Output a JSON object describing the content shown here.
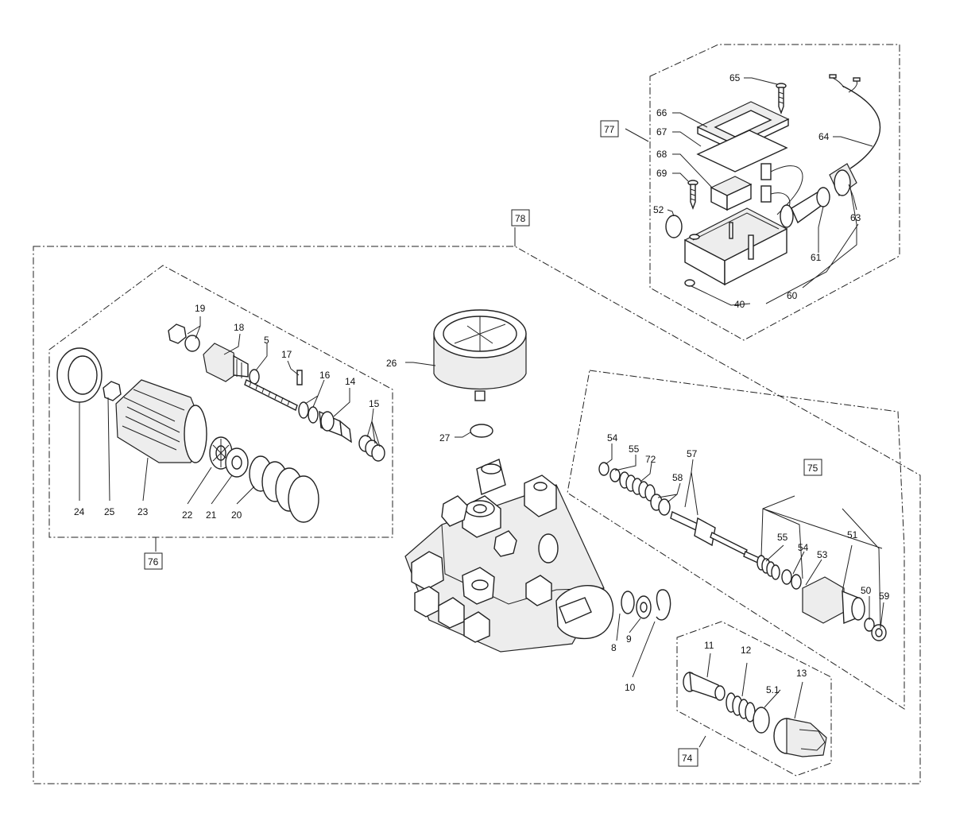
{
  "labels": {
    "l65": "65",
    "l66": "66",
    "l67": "67",
    "l68": "68",
    "l69": "69",
    "l52": "52",
    "l64": "64",
    "l63": "63",
    "l61": "61",
    "l60": "60",
    "l40": "40",
    "l19": "19",
    "l18": "18",
    "l5": "5",
    "l17": "17",
    "l16": "16",
    "l14": "14",
    "l15": "15",
    "l24": "24",
    "l25": "25",
    "l23": "23",
    "l22": "22",
    "l21": "21",
    "l20": "20",
    "l26": "26",
    "l27": "27",
    "l54a": "54",
    "l55a": "55",
    "l72": "72",
    "l57": "57",
    "l58": "58",
    "l55b": "55",
    "l54b": "54",
    "l53": "53",
    "l51": "51",
    "l50": "50",
    "l59": "59",
    "l8": "8",
    "l9": "9",
    "l10": "10",
    "l11": "11",
    "l12": "12",
    "l5_1": "5.1",
    "l13": "13"
  },
  "boxed_labels": {
    "b77": "77",
    "b78": "78",
    "b75": "75",
    "b76": "76",
    "b74": "74"
  }
}
